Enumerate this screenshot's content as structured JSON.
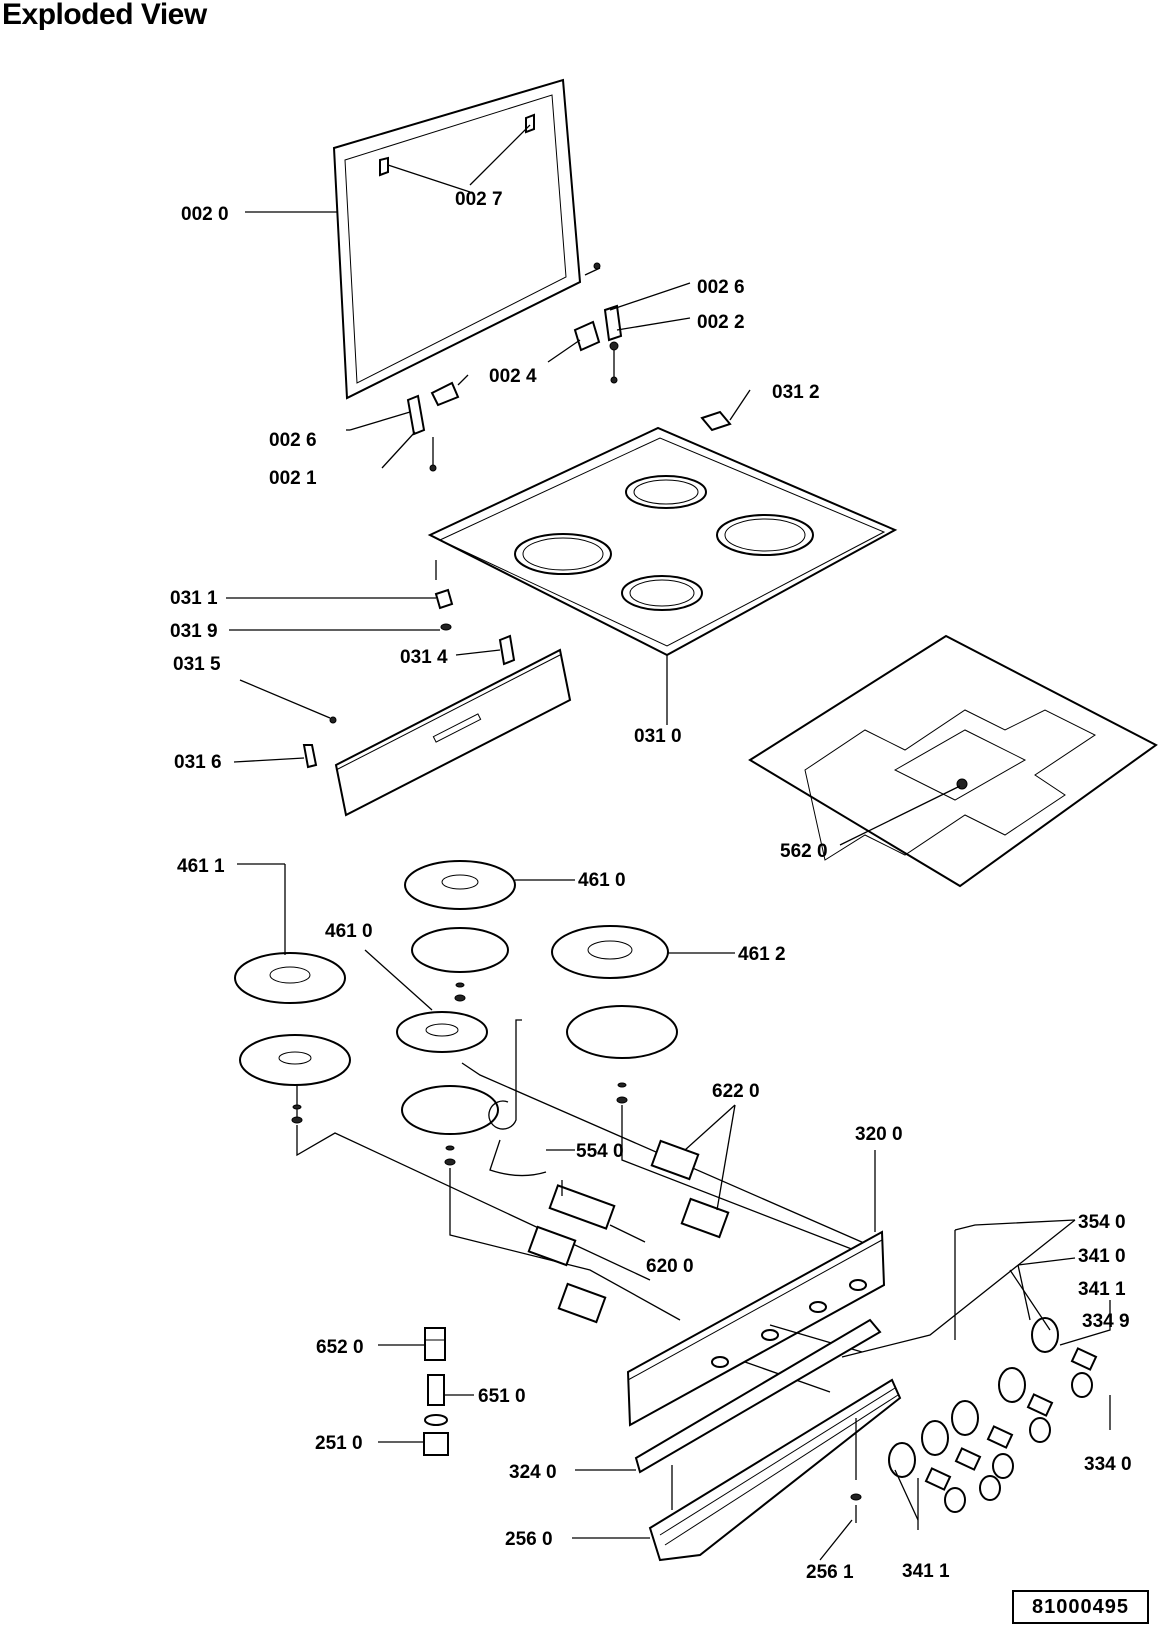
{
  "title": "Exploded View",
  "doc_number": "81000495",
  "callouts": {
    "c0020": "002 0",
    "c0027": "002 7",
    "c0026a": "002 6",
    "c0022": "002 2",
    "c0024": "002 4",
    "c0026b": "002 6",
    "c0021": "002 1",
    "c0312": "031 2",
    "c0311": "031 1",
    "c0319": "031 9",
    "c0315": "031 5",
    "c0314": "031 4",
    "c0316": "031 6",
    "c0310": "031 0",
    "c5620": "562 0",
    "c4611a": "461 1",
    "c4610a": "461 0",
    "c4610b": "461 0",
    "c4612": "461 2",
    "c6220": "622 0",
    "c5540": "554 0",
    "c3200": "320 0",
    "c6200": "620 0",
    "c3540": "354 0",
    "c3410": "341 0",
    "c3411a": "341 1",
    "c3349": "334 9",
    "c6520": "652 0",
    "c6510": "651 0",
    "c2510": "251 0",
    "c3240": "324 0",
    "c3340": "334 0",
    "c2560": "256 0",
    "c2561": "256 1",
    "c3411b": "341 1"
  }
}
